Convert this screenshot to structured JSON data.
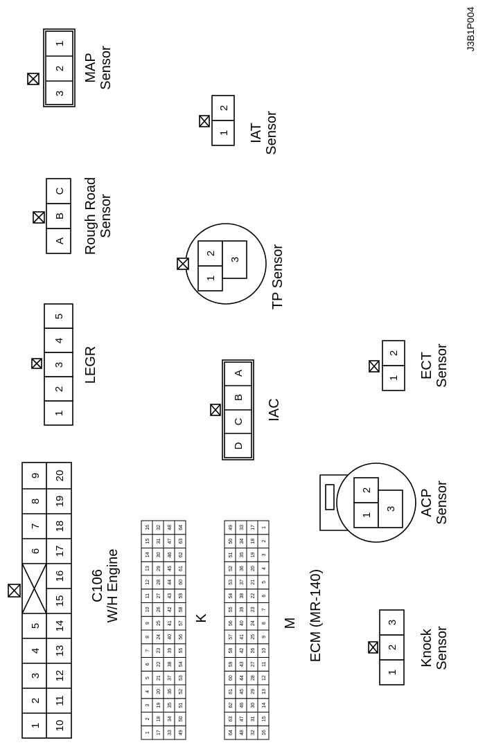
{
  "figure_id": "J3B1P004",
  "connectors": {
    "map": {
      "label1": "MAP",
      "label2": "Sensor",
      "pins": [
        "3",
        "2",
        "1"
      ]
    },
    "iat": {
      "label1": "IAT",
      "label2": "Sensor",
      "pins": [
        "1",
        "2"
      ]
    },
    "rough_road": {
      "label1": "Rough Road",
      "label2": "Sensor",
      "pins": [
        "A",
        "B",
        "C"
      ]
    },
    "tp": {
      "label": "TP Sensor",
      "pins": [
        "1",
        "2",
        "3"
      ]
    },
    "legr": {
      "label": "LEGR",
      "pins": [
        "1",
        "2",
        "3",
        "4",
        "5"
      ]
    },
    "ect": {
      "label1": "ECT",
      "label2": "Sensor",
      "pins": [
        "1",
        "2"
      ]
    },
    "iac": {
      "label": "IAC",
      "pins": [
        "D",
        "C",
        "B",
        "A"
      ]
    },
    "c106": {
      "label1": "C106",
      "label2": "W/H Engine",
      "top_pins": [
        "1",
        "2",
        "3",
        "4",
        "5",
        "",
        "6",
        "7",
        "8",
        "9"
      ],
      "bottom_pins": [
        "10",
        "11",
        "12",
        "13",
        "14",
        "15",
        "16",
        "17",
        "18",
        "19",
        "20"
      ]
    },
    "acp": {
      "label1": "ACP",
      "label2": "Sensor",
      "pins": [
        "1",
        "2",
        "3"
      ]
    },
    "knock": {
      "label1": "Knock",
      "label2": "Sensor",
      "pins": [
        "1",
        "2",
        "3"
      ]
    },
    "ecm": {
      "label": "ECM (MR-140)",
      "k_label": "K",
      "m_label": "M",
      "k_rows": [
        [
          "1",
          "2",
          "3",
          "4",
          "5",
          "6",
          "7",
          "8",
          "9",
          "10",
          "11",
          "12",
          "13",
          "14",
          "15",
          "16"
        ],
        [
          "17",
          "18",
          "19",
          "20",
          "21",
          "22",
          "23",
          "24",
          "25",
          "26",
          "27",
          "28",
          "29",
          "30",
          "31",
          "32"
        ],
        [
          "33",
          "34",
          "35",
          "36",
          "37",
          "38",
          "39",
          "40",
          "41",
          "42",
          "43",
          "44",
          "45",
          "46",
          "47",
          "48"
        ],
        [
          "49",
          "50",
          "51",
          "52",
          "53",
          "54",
          "55",
          "56",
          "57",
          "58",
          "59",
          "60",
          "61",
          "62",
          "63",
          "64"
        ]
      ],
      "m_rows": [
        [
          "64",
          "63",
          "62",
          "61",
          "60",
          "59",
          "58",
          "57",
          "56",
          "55",
          "54",
          "53",
          "52",
          "51",
          "50",
          "49"
        ],
        [
          "48",
          "47",
          "46",
          "45",
          "44",
          "43",
          "42",
          "41",
          "40",
          "39",
          "38",
          "37",
          "36",
          "35",
          "34",
          "33"
        ],
        [
          "32",
          "31",
          "30",
          "29",
          "28",
          "27",
          "26",
          "25",
          "24",
          "23",
          "22",
          "21",
          "20",
          "19",
          "18",
          "17"
        ],
        [
          "16",
          "15",
          "14",
          "13",
          "12",
          "11",
          "10",
          "9",
          "8",
          "7",
          "6",
          "5",
          "4",
          "3",
          "2",
          "1"
        ]
      ]
    }
  }
}
